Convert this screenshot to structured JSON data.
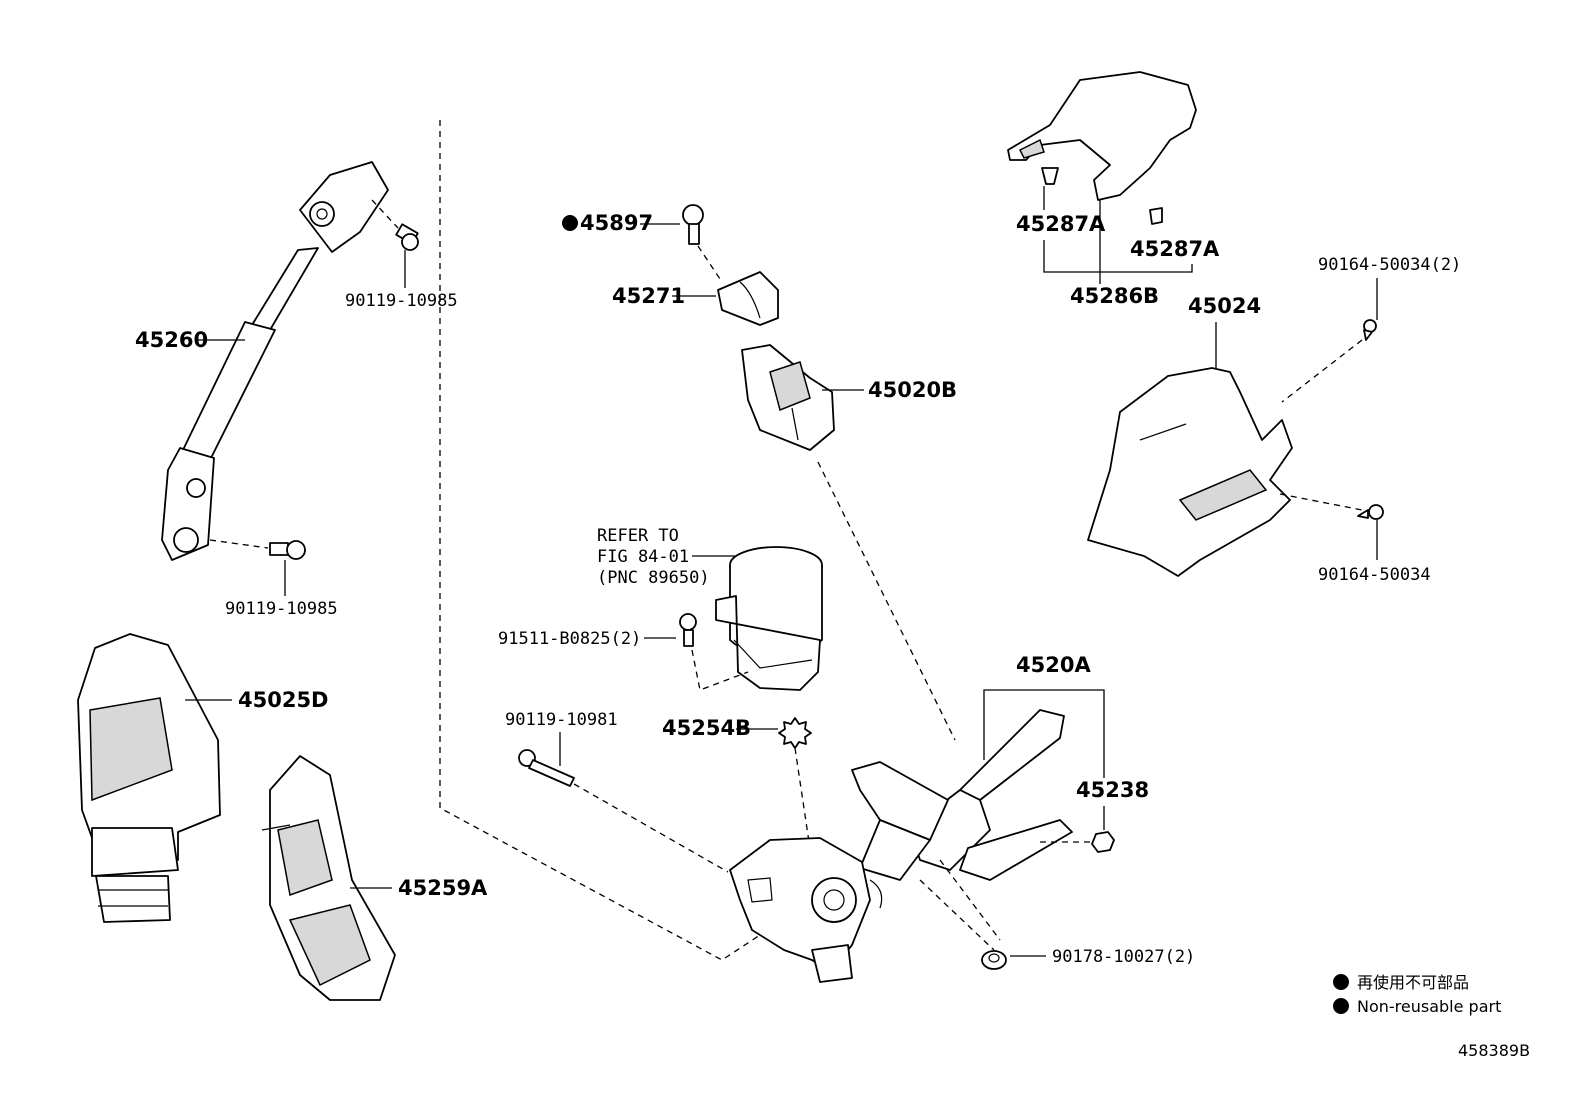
{
  "callouts": {
    "c45260": "45260",
    "c90119_top": "90119-10985",
    "c90119_bot": "90119-10985",
    "c45025D": "45025D",
    "c45259A": "45259A",
    "c45897": "45897",
    "c45271": "45271",
    "c45020B": "45020B",
    "refer_line1": "REFER TO",
    "refer_line2": "FIG 84-01",
    "refer_line3": "(PNC 89650)",
    "c91511": "91511-B0825(2)",
    "c90119_10981": "90119-10981",
    "c45254B": "45254B",
    "c4520A": "4520A",
    "c45238": "45238",
    "c90178": "90178-10027(2)",
    "c45287A_left": "45287A",
    "c45287A_right": "45287A",
    "c45286B": "45286B",
    "c90164_top": "90164-50034(2)",
    "c45024": "45024",
    "c90164_bot": "90164-50034"
  },
  "legend": {
    "jp": "再使用不可部品",
    "en": "Non-reusable part"
  },
  "figure_id": "458389B"
}
